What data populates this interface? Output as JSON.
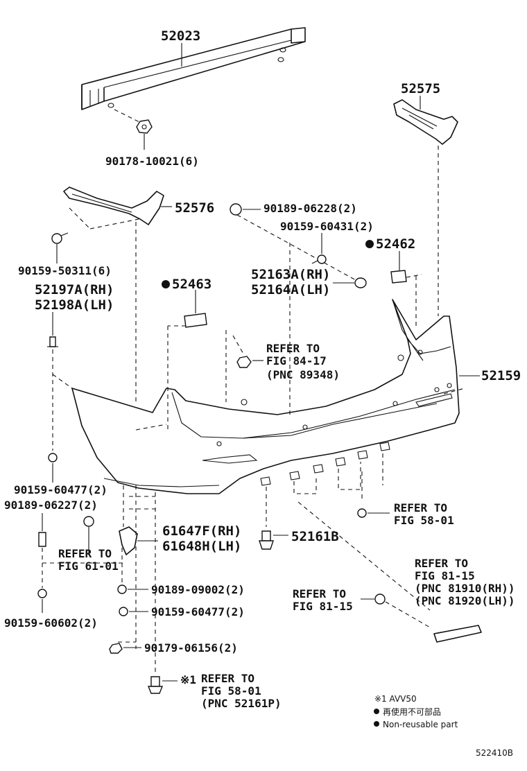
{
  "labels": {
    "p52023": "52023",
    "p90178": "90178-10021(6)",
    "p52575": "52575",
    "p52576": "52576",
    "p90189a": "90189-06228(2)",
    "p90159a": "90159-60431(2)",
    "p52462": "52462",
    "p90159b": "90159-50311(6)",
    "p52163": "52163A(RH)",
    "p52164": "52164A(LH)",
    "p52197": "52197A(RH)",
    "p52198": "52198A(LH)",
    "p52463": "52463",
    "refer84_1": "REFER TO",
    "refer84_2": "FIG 84-17",
    "refer84_3": "(PNC 89348)",
    "p52159": "52159",
    "p90159c": "90159-60477(2)",
    "p90189b": "90189-06227(2)",
    "refer58a_1": "REFER TO",
    "refer58a_2": "FIG 58-01",
    "p61647": "61647F(RH)",
    "p61648": "61648H(LH)",
    "refer61_1": "REFER TO",
    "refer61_2": "FIG 61-01",
    "p52161": "52161B",
    "refer81a_1": "REFER TO",
    "refer81a_2": "FIG 81-15",
    "refer81a_3": "(PNC 81910(RH))",
    "refer81a_4": "(PNC 81920(LH))",
    "p90189c": "90189-09002(2)",
    "p90159d": "90159-60477(2)",
    "refer81b_1": "REFER TO",
    "refer81b_2": "FIG 81-15",
    "p90159e": "90159-60602(2)",
    "p90179": "90179-06156(2)",
    "note_mark": "※1",
    "refer58b_1": "REFER TO",
    "refer58b_2": "FIG 58-01",
    "refer58b_3": "(PNC 52161P)"
  },
  "legend": {
    "note": "※1  AVV50",
    "line1": "再使用不可部品",
    "line2": "Non-reusable part"
  },
  "figure_code": "522410B"
}
